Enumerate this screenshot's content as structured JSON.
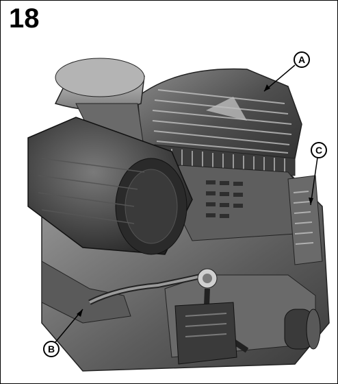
{
  "figure": {
    "number": "18"
  },
  "callouts": [
    {
      "letter": "A"
    },
    {
      "letter": "B"
    },
    {
      "letter": "C"
    }
  ],
  "colors": {
    "frame": "#000000",
    "engine_dark": "#4a4a4a",
    "engine_mid": "#6e6e6e",
    "engine_light": "#9a9a9a",
    "highlight": "#c9c9c9"
  },
  "icons": [
    "engine-illustration",
    "air-filter",
    "blower-housing",
    "muffler"
  ]
}
